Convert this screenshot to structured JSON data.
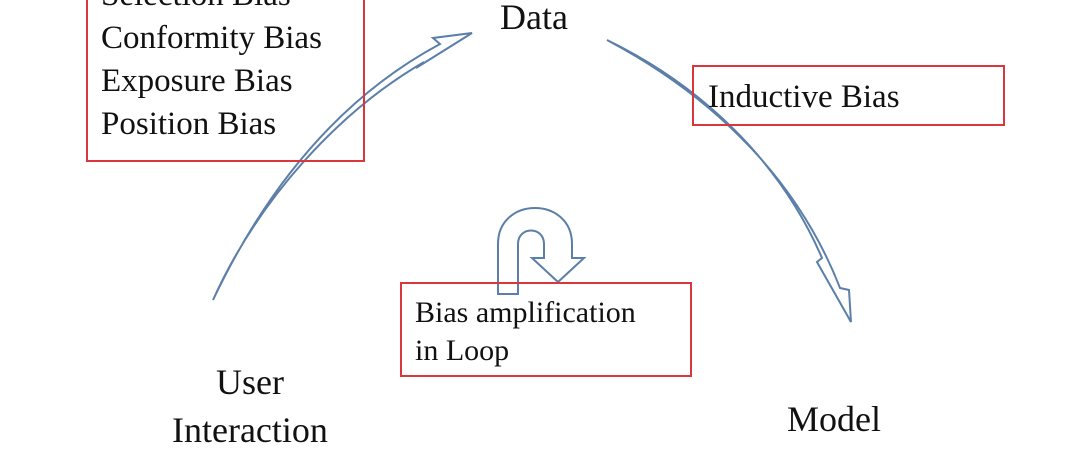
{
  "nodes": {
    "data": "Data",
    "user_interaction": [
      "User",
      "Interaction"
    ],
    "model": "Model"
  },
  "data_biases_box": {
    "items": [
      "Selection Bias",
      "Conformity Bias",
      "Exposure Bias",
      "Position Bias"
    ]
  },
  "inductive_bias_box": {
    "label": "Inductive Bias"
  },
  "loop_box": {
    "lines": [
      "Bias amplification",
      "in Loop"
    ]
  },
  "colors": {
    "box_border": "#d9363e",
    "arrow_stroke": "#5b7fa8",
    "text": "#111111",
    "background": "#ffffff"
  }
}
